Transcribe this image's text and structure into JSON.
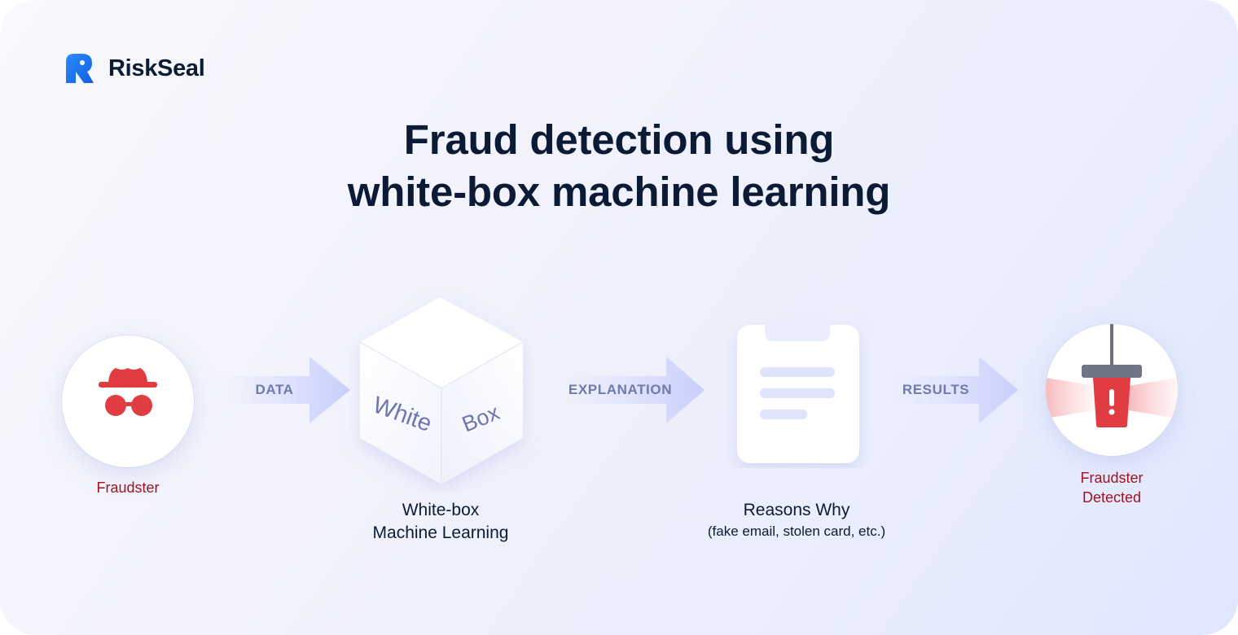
{
  "brand": {
    "name": "RiskSeal",
    "color": "#1677f2"
  },
  "title": {
    "line1": "Fraud detection using",
    "line2": "white-box machine learning"
  },
  "steps": {
    "fraudster": {
      "label": "Fraudster",
      "icon": "spy-icon"
    },
    "model": {
      "line1": "White-box",
      "line2": "Machine Learning",
      "face_left": "White",
      "face_right": "Box",
      "icon": "cube-icon"
    },
    "reasons": {
      "title": "Reasons Why",
      "subtitle": "(fake email, stolen card, etc.)",
      "icon": "clipboard-icon"
    },
    "detected": {
      "line1": "Fraudster",
      "line2": "Detected",
      "icon": "alarm-icon"
    }
  },
  "arrows": {
    "data": "DATA",
    "explanation": "EXPLANATION",
    "results": "RESULTS"
  },
  "colors": {
    "accent_red": "#e23c43",
    "dark_text": "#0c1b34",
    "arrow": "#c9cffc",
    "caption_red": "#a1131c"
  }
}
